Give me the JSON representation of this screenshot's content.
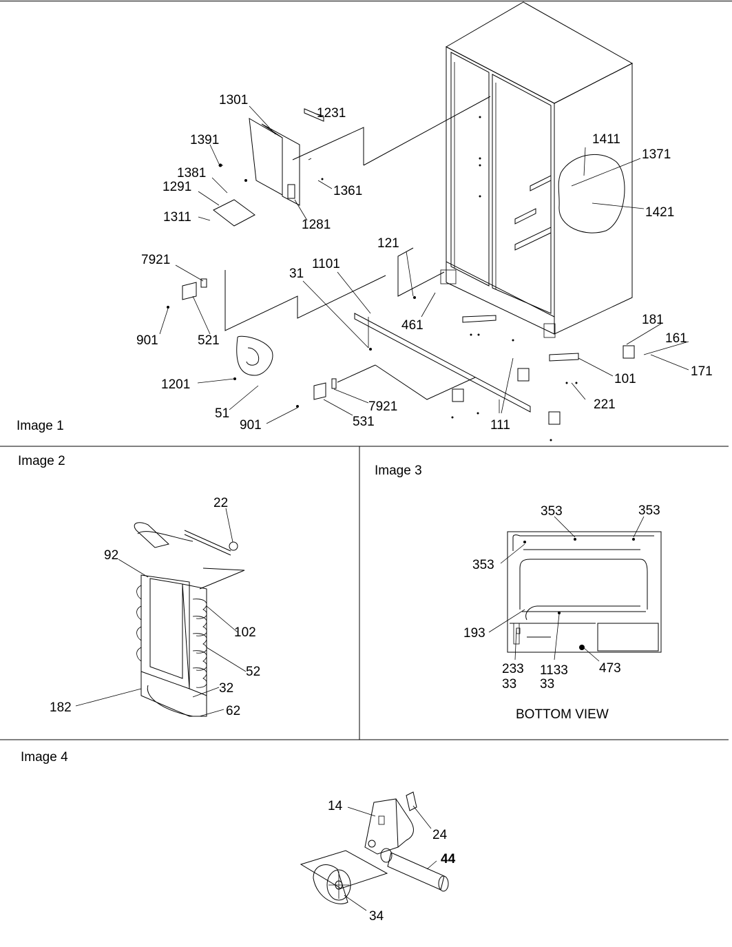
{
  "panels": [
    {
      "label": "Image 1"
    },
    {
      "label": "Image 2"
    },
    {
      "label": "Image 3"
    },
    {
      "label": "Image 4"
    }
  ],
  "image1_callouts": [
    "1301",
    "1231",
    "1391",
    "1381",
    "1291",
    "1361",
    "1311",
    "1281",
    "1411",
    "1371",
    "1421",
    "121",
    "1101",
    "31",
    "7921",
    "461",
    "901",
    "521",
    "181",
    "161",
    "171",
    "1201",
    "101",
    "51",
    "7921",
    "221",
    "901",
    "531",
    "111"
  ],
  "image2_callouts": [
    "22",
    "92",
    "102",
    "52",
    "32",
    "182",
    "62"
  ],
  "image3_callouts": [
    "353",
    "353",
    "353",
    "193",
    "233",
    "33",
    "1133",
    "33",
    "473"
  ],
  "image3_caption": "BOTTOM VIEW",
  "image4_callouts": [
    "14",
    "24",
    "44",
    "34"
  ]
}
